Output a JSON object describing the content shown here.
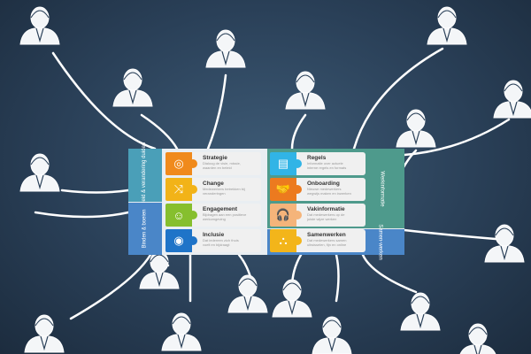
{
  "left_groups": [
    {
      "label": "Beleid & verandering duiden",
      "color": "#4a9fb8"
    },
    {
      "label": "Binden & boeien",
      "color": "#4a86c8"
    }
  ],
  "right_groups": [
    {
      "label": "Werkinformatie",
      "color": "#4e9a8c"
    },
    {
      "label": "Samen-werken",
      "color": "#4a86c8"
    }
  ],
  "left_cards": [
    {
      "title": "Strategie",
      "subtitle": "Dialoog de visie, missie, waarden en beleid",
      "icon": "target-icon",
      "glyph": "◎",
      "color": "#f08a1c"
    },
    {
      "title": "Change",
      "subtitle": "Medewerkers betrekken bij veranderingen",
      "icon": "shuffle-icon",
      "glyph": "⤨",
      "color": "#f2b318"
    },
    {
      "title": "Engagement",
      "subtitle": "Bijdragen aan een positieve werkomgeving",
      "icon": "smiley-icon",
      "glyph": "☺",
      "color": "#86bf2e"
    },
    {
      "title": "Inclusie",
      "subtitle": "Dat iedereen zich thuis voelt en bijdraagt",
      "icon": "person-circle-icon",
      "glyph": "◉",
      "color": "#1f74c8"
    }
  ],
  "right_cards": [
    {
      "title": "Regels",
      "subtitle": "Informatie over actuele interne regels en formats",
      "icon": "document-icon",
      "glyph": "▤",
      "color": "#31b4e6"
    },
    {
      "title": "Onboarding",
      "subtitle": "Nieuwe medewerkers wegwijs maken en inwerken",
      "icon": "handshake-icon",
      "glyph": "🤝",
      "color": "#ec7a1f"
    },
    {
      "title": "Vakinformatie",
      "subtitle": "Dat medewerkers op de juiste wijze werken",
      "icon": "headset-icon",
      "glyph": "🎧",
      "color": "#f5b47a"
    },
    {
      "title": "Samenwerken",
      "subtitle": "Dat medewerkers samen uitwisselen, fijn en online",
      "icon": "team-icon",
      "glyph": "⛬",
      "color": "#f3b51a"
    }
  ]
}
